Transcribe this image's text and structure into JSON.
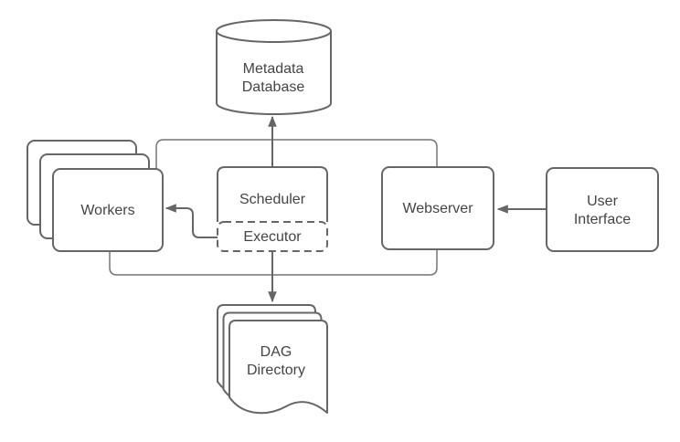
{
  "diagram": {
    "type": "architecture-flowchart",
    "colors": {
      "background": "#ffffff",
      "shape_fill": "#ffffff",
      "shape_border": "#666666",
      "connector": "#757575",
      "arrow": "#666666",
      "text": "#444444"
    },
    "nodes": {
      "metadata_database": {
        "shape": "cylinder",
        "label_line1": "Metadata",
        "label_line2": "Database"
      },
      "workers": {
        "shape": "stacked-rounded-rectangles",
        "stack_count": 3,
        "label": "Workers"
      },
      "scheduler": {
        "shape": "rounded-rectangle",
        "label": "Scheduler"
      },
      "executor": {
        "shape": "dashed-rounded-rectangle",
        "label": "Executor",
        "parent": "scheduler"
      },
      "webserver": {
        "shape": "rounded-rectangle",
        "label": "Webserver"
      },
      "user_interface": {
        "shape": "rounded-rectangle",
        "label_line1": "User",
        "label_line2": "Interface"
      },
      "dag_directory": {
        "shape": "stacked-documents",
        "stack_count": 3,
        "label_line1": "DAG",
        "label_line2": "Directory"
      }
    },
    "edges": [
      {
        "from": "scheduler",
        "to": "metadata_database",
        "style": "arrow"
      },
      {
        "from": "workers",
        "to": "metadata_database",
        "style": "bus-line"
      },
      {
        "from": "webserver",
        "to": "metadata_database",
        "style": "bus-line"
      },
      {
        "from": "executor",
        "to": "workers",
        "style": "arrow"
      },
      {
        "from": "user_interface",
        "to": "webserver",
        "style": "arrow"
      },
      {
        "from": "executor",
        "to": "dag_directory",
        "style": "arrow"
      },
      {
        "from": "workers",
        "to": "dag_directory",
        "style": "bus-line"
      },
      {
        "from": "webserver",
        "to": "dag_directory",
        "style": "bus-line"
      }
    ]
  }
}
